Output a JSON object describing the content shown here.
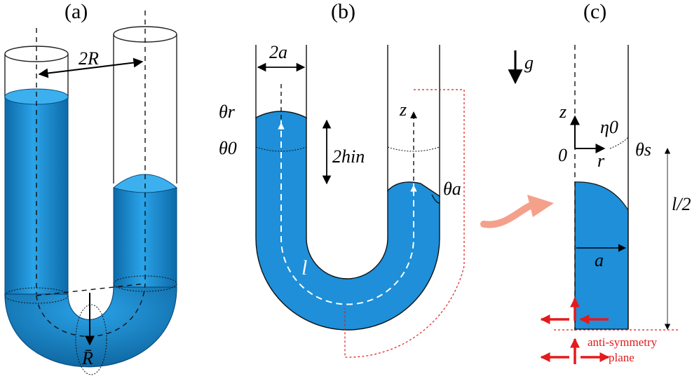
{
  "panels": {
    "a": {
      "label": "(a)",
      "labels": {
        "two_R": "2R",
        "R_bar": "R̄"
      }
    },
    "b": {
      "label": "(b)",
      "labels": {
        "two_a": "2a",
        "theta_r": "θr",
        "theta_0": "θ0",
        "two_h_in": "2hin",
        "z": "z",
        "theta_a": "θa",
        "l": "l"
      }
    },
    "c": {
      "label": "(c)",
      "labels": {
        "g": "g",
        "z": "z",
        "eta_0": "η0",
        "theta_s": "θs",
        "zero": "0",
        "r": "r",
        "l_half": "l/2",
        "a": "a",
        "anti_symmetry_line1": "anti-symmetry",
        "anti_symmetry_line2": "plane"
      }
    }
  },
  "colors": {
    "fluid": "#1f8fd6",
    "fluid_dark": "#0f6fb0",
    "annotation_red": "#e41a1c",
    "transition_arrow": "#f4a08a"
  }
}
